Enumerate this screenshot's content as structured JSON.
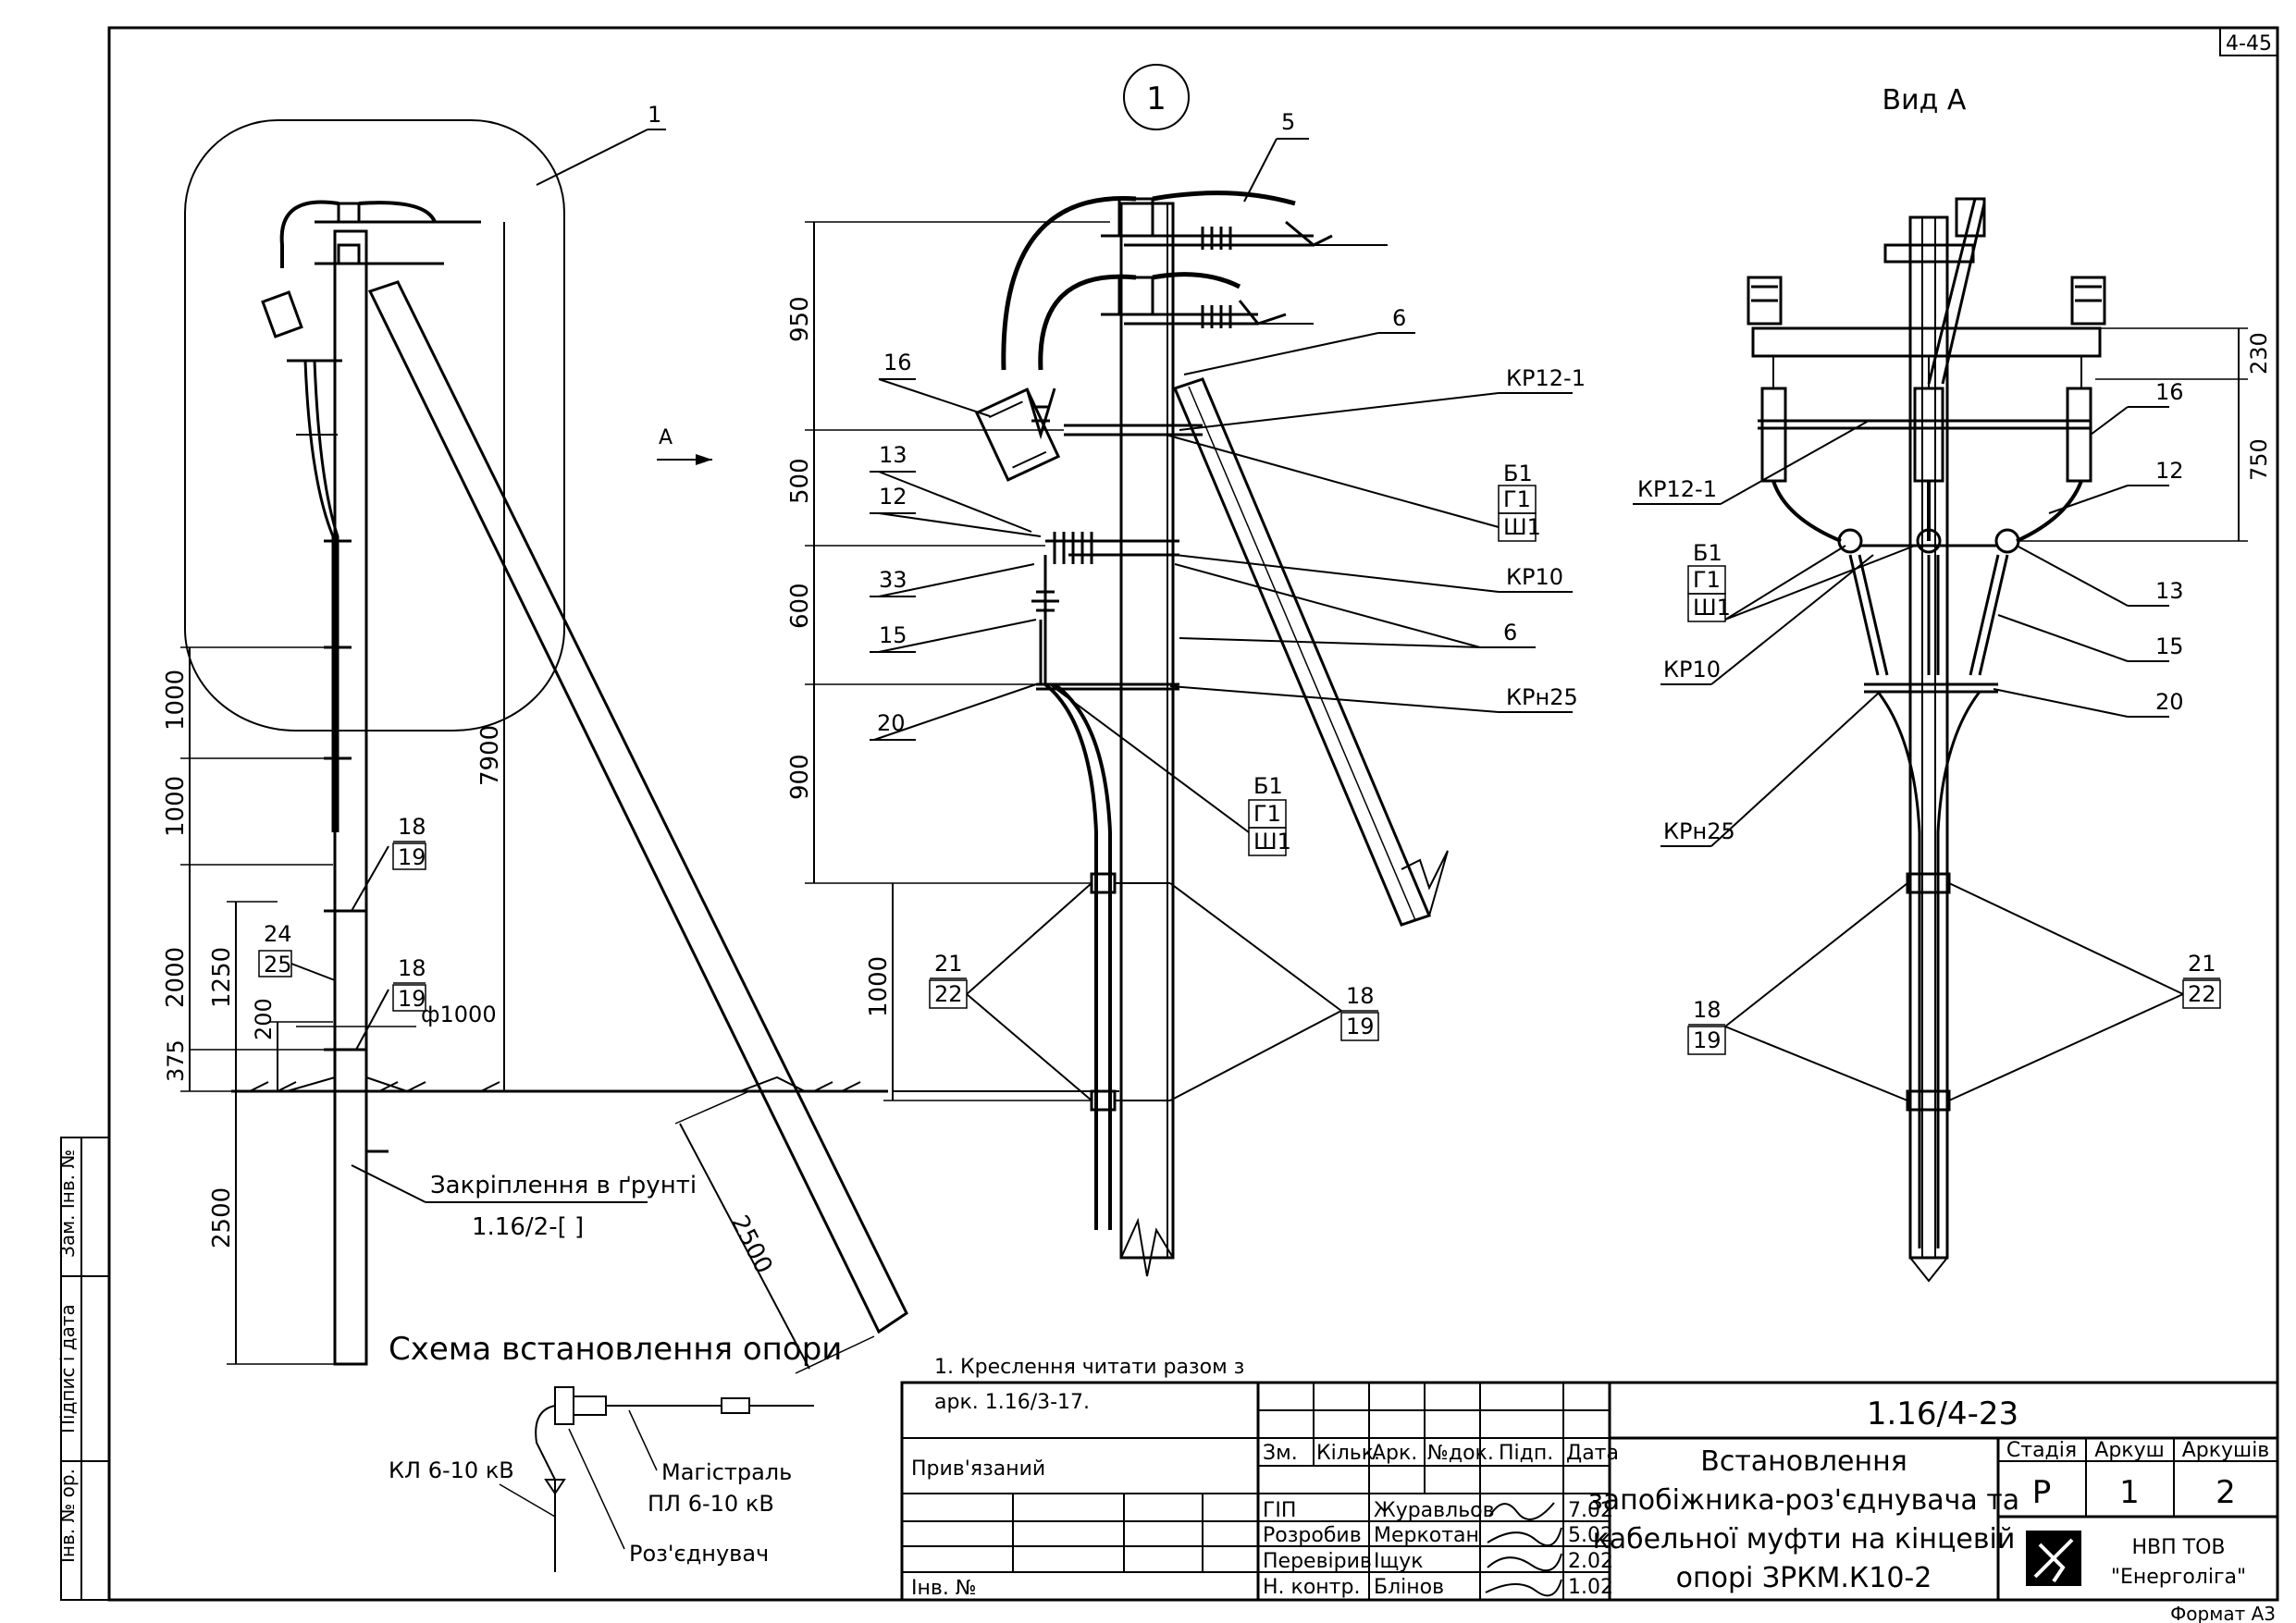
{
  "sheet": {
    "code_top": "4-45",
    "format": "Формат А3"
  },
  "left_view": {
    "callout": "1",
    "dims": [
      "1000",
      "1000",
      "2000",
      "1250",
      "200",
      "375",
      "2500",
      "7900",
      "2500"
    ],
    "labels": {
      "n18a": "18",
      "n19a": "19",
      "n24": "24",
      "n25": "25",
      "n18b": "18",
      "n19b": "19",
      "d1000": "ф1000"
    },
    "anchoring_title": "Закріплення в ґрунті",
    "anchoring_ref": "1.16/2-[    ]",
    "arrow_a": "А"
  },
  "detail_view": {
    "circle_no": "1",
    "dims": [
      "950",
      "500",
      "600",
      "900",
      "1000"
    ],
    "labels": {
      "n5": "5",
      "n6a": "6",
      "n6b": "6",
      "n16": "16",
      "n13": "13",
      "n12": "12",
      "n33": "33",
      "n15": "15",
      "n20": "20",
      "kp12": "КР12-1",
      "b1": "Б1",
      "g1": "Г1",
      "sh1": "Ш1",
      "kp10": "КР10",
      "kpn25": "КРн25",
      "b1b": "Б1",
      "g1b": "Г1",
      "sh1b": "Ш1",
      "n21": "21",
      "n22": "22",
      "n18": "18",
      "n19": "19"
    }
  },
  "view_a": {
    "title": "Вид А",
    "dims": [
      "230",
      "750"
    ],
    "labels": {
      "n16": "16",
      "n12": "12",
      "n13": "13",
      "n15": "15",
      "n20": "20",
      "kp12": "КР12-1",
      "b1": "Б1",
      "g1": "Г1",
      "sh1": "Ш1",
      "kp10": "КР10",
      "kpn25": "КРн25",
      "n18": "18",
      "n19": "19",
      "n21": "21",
      "n22": "22"
    }
  },
  "scheme": {
    "title": "Схема встановлення опори",
    "kl": "КЛ 6-10 кВ",
    "main1": "Магістраль",
    "main2": "ПЛ 6-10 кВ",
    "switch": "Роз'єднувач"
  },
  "note": {
    "line1": "1. Креслення читати разом з",
    "line2": "арк. 1.16/3-17."
  },
  "stamp": {
    "code": "1.16/4-23",
    "title": [
      "Встановлення",
      "запобіжника-роз'єднувача та",
      "кабельної муфти на кінцевій",
      "опорі ЗРКМ.К10-2"
    ],
    "col_heads": [
      "Зм.",
      "Кільк.",
      "Арк.",
      "№док.",
      "Підп.",
      "Дата"
    ],
    "rows": [
      {
        "role": "ГІП",
        "name": "Журавльов",
        "date": "7.02"
      },
      {
        "role": "Розробив",
        "name": "Меркотан",
        "date": "5.02"
      },
      {
        "role": "Перевірив",
        "name": "Іщук",
        "date": "2.02"
      },
      {
        "role": "Н. контр.",
        "name": "Блінов",
        "date": "1.02"
      }
    ],
    "stage_head": "Стадія",
    "sheet_head": "Аркуш",
    "sheets_head": "Аркушів",
    "stage": "Р",
    "sheet": "1",
    "sheets": "2",
    "org1": "НВП ТОВ",
    "org2": "\"Енерголіга\"",
    "linked": "Прив'язаний",
    "inv": "Інв. №"
  },
  "side_strip": [
    "Інв. № ор.",
    "Підпис і дата",
    "Зам. Інв. №"
  ]
}
